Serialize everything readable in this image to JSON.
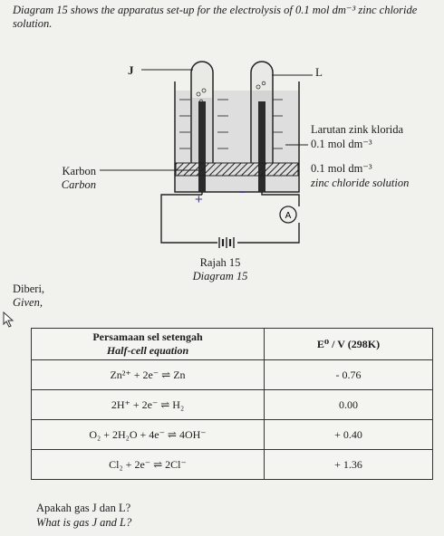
{
  "intro": "Diagram 15 shows the apparatus set-up for the electrolysis of 0.1 mol dm⁻³ zinc chloride solution.",
  "labels": {
    "j": "J",
    "l": "L",
    "carbon_ms": "Karbon",
    "carbon_en": "Carbon",
    "solution_ms": "Larutan zink klorida",
    "solution_ms_conc": "0.1 mol dm⁻³",
    "solution_en_conc": "0.1 mol dm⁻³",
    "solution_en": "zinc chloride solution",
    "plus": "+",
    "minus": "-",
    "ammeter": "A",
    "diagram_ms": "Rajah 15",
    "diagram_en": "Diagram 15"
  },
  "given_ms": "Diberi,",
  "given_en": "Given,",
  "table": {
    "header_eq_ms": "Persamaan sel setengah",
    "header_eq_en": "Half-cell equation",
    "header_e": "E⁰ / V (298K)",
    "rows": [
      {
        "eq": "Zn²⁺ + 2e⁻ ⇌ Zn",
        "e": "- 0.76"
      },
      {
        "eq": "2H⁺ + 2e⁻ ⇌ H₂",
        "e": "0.00"
      },
      {
        "eq": "O₂ + 2H₂O + 4e⁻ ⇌ 4OH⁻",
        "e": "+ 0.40"
      },
      {
        "eq": "Cl₂ + 2e⁻ ⇌ 2Cl⁻",
        "e": "+ 1.36"
      }
    ]
  },
  "question_ms": "Apakah gas J dan L?",
  "question_en": "What is gas J and L?"
}
